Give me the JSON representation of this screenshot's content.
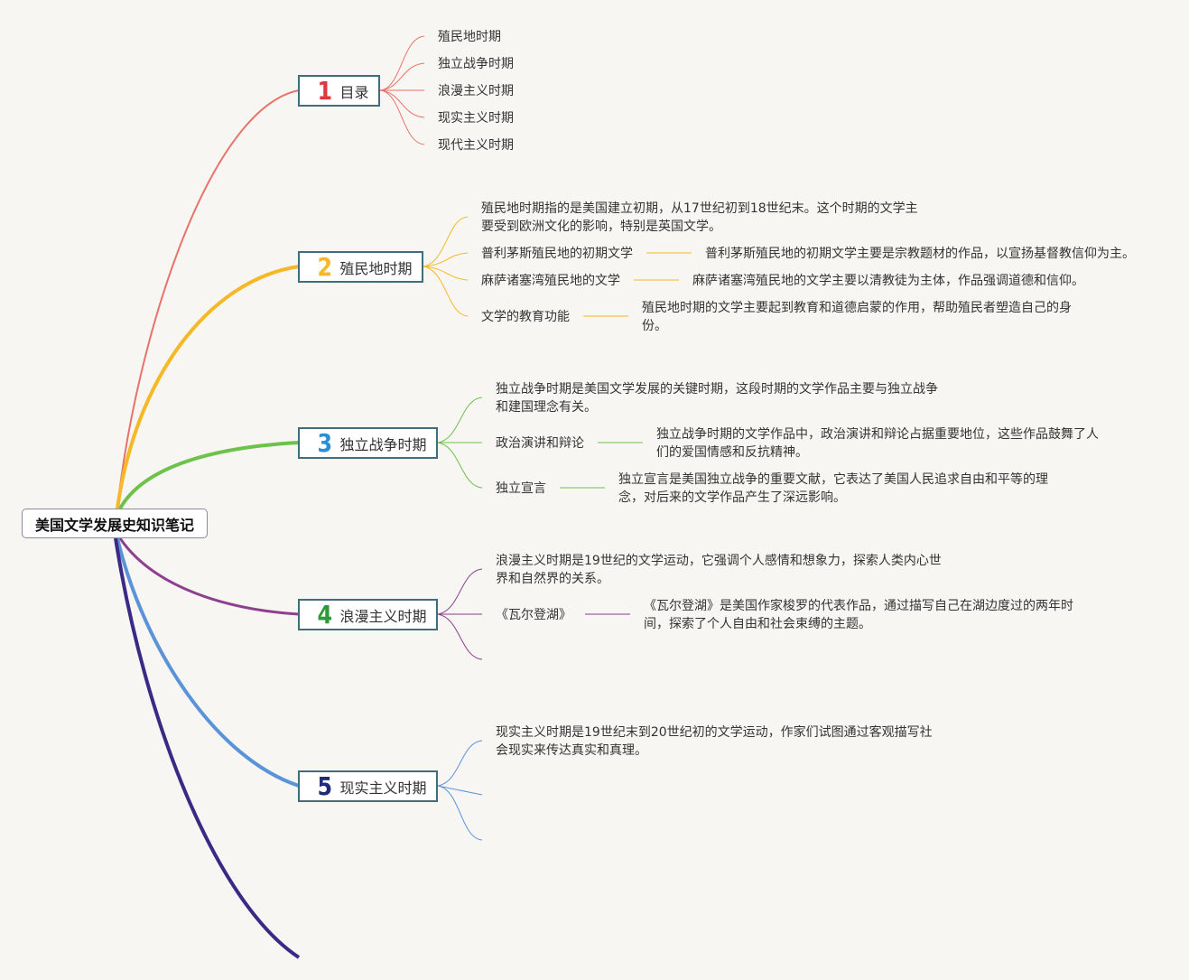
{
  "root": {
    "label": "美国文学发展史知识笔记"
  },
  "branches": [
    {
      "num": "1",
      "label": "目录",
      "color": "#e8736a",
      "children": [
        "殖民地时期",
        "独立战争时期",
        "浪漫主义时期",
        "现实主义时期",
        "现代主义时期"
      ]
    },
    {
      "num": "2",
      "label": "殖民地时期",
      "color": "#f6b824",
      "intro": "殖民地时期指的是美国建立初期，从17世纪初到18世纪末。这个时期的文学主要受到欧洲文化的影响，特别是英国文学。",
      "children": [
        {
          "topic": "普利茅斯殖民地的初期文学",
          "detail": "普利茅斯殖民地的初期文学主要是宗教题材的作品，以宣扬基督教信仰为主。"
        },
        {
          "topic": "麻萨诸塞湾殖民地的文学",
          "detail": "麻萨诸塞湾殖民地的文学主要以清教徒为主体，作品强调道德和信仰。"
        },
        {
          "topic": "文学的教育功能",
          "detail": "殖民地时期的文学主要起到教育和道德启蒙的作用，帮助殖民者塑造自己的身份。"
        }
      ]
    },
    {
      "num": "3",
      "label": "独立战争时期",
      "color": "#6cc24a",
      "intro": "独立战争时期是美国文学发展的关键时期，这段时期的文学作品主要与独立战争和建国理念有关。",
      "children": [
        {
          "topic": "政治演讲和辩论",
          "detail": "独立战争时期的文学作品中，政治演讲和辩论占据重要地位，这些作品鼓舞了人们的爱国情感和反抗精神。"
        },
        {
          "topic": "独立宣言",
          "detail": "独立宣言是美国独立战争的重要文献，它表达了美国人民追求自由和平等的理念，对后来的文学作品产生了深远影响。"
        }
      ]
    },
    {
      "num": "4",
      "label": "浪漫主义时期",
      "color": "#8e3f8f",
      "num_color": "#2e9a3a",
      "intro": "浪漫主义时期是19世纪的文学运动，它强调个人感情和想象力，探索人类内心世界和自然界的关系。",
      "children": [
        {
          "topic": "《瓦尔登湖》",
          "detail": "《瓦尔登湖》是美国作家梭罗的代表作品，通过描写自己在湖边度过的两年时间，探索了个人自由和社会束缚的主题。"
        }
      ]
    },
    {
      "num": "5",
      "label": "现实主义时期",
      "color": "#5b93d8",
      "num_color": "#1f2a7a",
      "intro": "现实主义时期是19世纪末到20世纪初的文学运动，作家们试图通过客观描写社会现实来传达真实和真理。",
      "children": []
    }
  ],
  "extra_branch": {
    "color": "#3a2a86"
  },
  "colors": {
    "one": "#e0373c",
    "two": "#f6b824",
    "three": "#2a8fd6"
  }
}
